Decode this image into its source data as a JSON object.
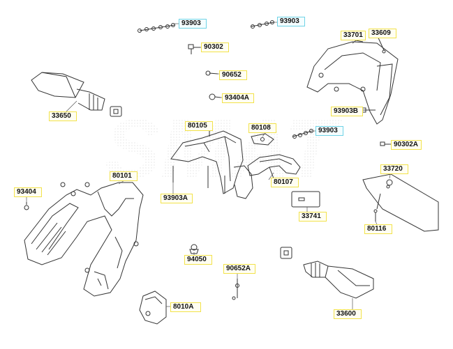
{
  "watermark": "SMAT",
  "colors": {
    "yellow_box": "#f2e24a",
    "cyan_box": "#6fd3e6",
    "line": "#333333"
  },
  "labels": {
    "l93903_a": "93903",
    "l93903_b": "93903",
    "l90302": "90302",
    "l90652": "90652",
    "l93404a": "93404A",
    "l33701": "33701",
    "l33609": "33609",
    "l93903b": "93903B",
    "l33650": "33650",
    "l80105": "80105",
    "l80108": "80108",
    "l93903_c": "93903",
    "l90302a": "90302A",
    "l80101": "80101",
    "l93903a": "93903A",
    "l80107": "80107",
    "l33720": "33720",
    "l93404": "93404",
    "l33741": "33741",
    "l80116": "80116",
    "l94050": "94050",
    "l90652a": "90652A",
    "l8010a": "8010A",
    "l33600": "33600"
  }
}
